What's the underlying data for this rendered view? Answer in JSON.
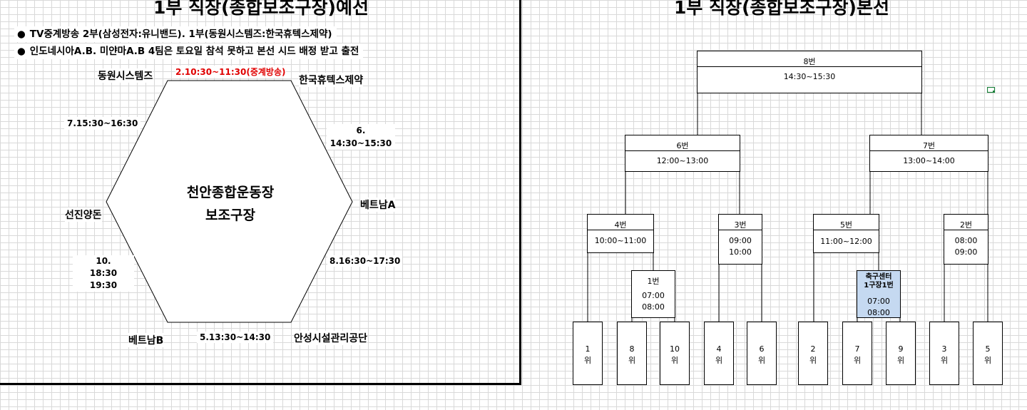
{
  "left_title": "1부 직장(종합보조구장)예선",
  "right_title": "1부 직장(종합보조구장)본선",
  "notes": [
    "TV중계방송 2부(삼성전자:유니밴드). 1부(동원시스템즈:한국휴텍스제약)",
    "인도네시아A.B. 미얀마A.B 4팀은 토요일 참석 못하고 본선 시드 배정 받고 출전"
  ],
  "bullet": "●",
  "venue": {
    "line1": "천안종합운동장",
    "line2": "보조구장"
  },
  "teams": {
    "top_left": "동원시스템즈",
    "top_right": "한국휴텍스제약",
    "left": "선진양돈",
    "right": "베트남A",
    "bottom_left": "베트남B",
    "bottom_right": "안성시설관리공단"
  },
  "schedule": {
    "m2": "2.10:30~11:30(중계방송)",
    "m7": "7.15:30~16:30",
    "m6_a": "6.",
    "m6_b": "14:30~15:30",
    "m8": "8.16:30~17:30",
    "m10_a": "10.",
    "m10_b": "18:30",
    "m10_c": "19:30",
    "m5": "5.13:30~14:30"
  },
  "colors": {
    "broadcast": "#e00000",
    "highlight": "#c5d9f1"
  },
  "bracket": {
    "m8": {
      "num": "8번",
      "time": "14:30~15:30"
    },
    "m6": {
      "num": "6번",
      "time": "12:00~13:00"
    },
    "m7": {
      "num": "7번",
      "time": "13:00~14:00"
    },
    "m4": {
      "num": "4번",
      "time": "10:00~11:00"
    },
    "m3": {
      "num": "3번",
      "time1": "09:00",
      "time2": "10:00"
    },
    "m5": {
      "num": "5번",
      "time": "11:00~12:00"
    },
    "m2": {
      "num": "2번",
      "time1": "08:00",
      "time2": "09:00"
    },
    "m1": {
      "num": "1번",
      "time1": "07:00",
      "time2": "08:00"
    },
    "soccer": {
      "line1": "축구센터",
      "line2": "1구장1번",
      "time1": "07:00",
      "time2": "08:00"
    },
    "ranks": [
      {
        "n": "1",
        "u": "위"
      },
      {
        "n": "8",
        "u": "위"
      },
      {
        "n": "10",
        "u": "위"
      },
      {
        "n": "4",
        "u": "위"
      },
      {
        "n": "6",
        "u": "위"
      },
      {
        "n": "2",
        "u": "위"
      },
      {
        "n": "7",
        "u": "위"
      },
      {
        "n": "9",
        "u": "위"
      },
      {
        "n": "3",
        "u": "위"
      },
      {
        "n": "5",
        "u": "위"
      }
    ]
  }
}
